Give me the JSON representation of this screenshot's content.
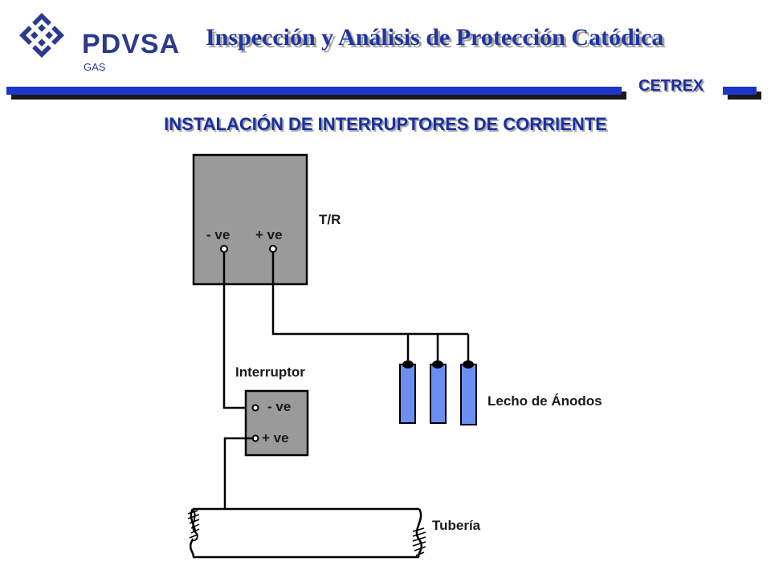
{
  "header": {
    "logo_name": "PDVSA",
    "logo_sub": "GAS",
    "title": "Inspección y Análisis de Protección Catódica",
    "badge": "CETREX"
  },
  "subtitle": "INSTALACIÓN DE INTERRUPTORES DE CORRIENTE",
  "diagram": {
    "tr_label": "T/R",
    "tr_neg": "- ve",
    "tr_pos": "+ ve",
    "interruptor_label": "Interruptor",
    "int_neg": "- ve",
    "int_pos": "+ ve",
    "anodes_label": "Lecho de Ánodos",
    "pipe_label": "Tubería"
  },
  "colors": {
    "brand_blue": "#1a2fa0",
    "box_gray": "#9a9a9a",
    "anode_blue": "#6b8ef0"
  }
}
